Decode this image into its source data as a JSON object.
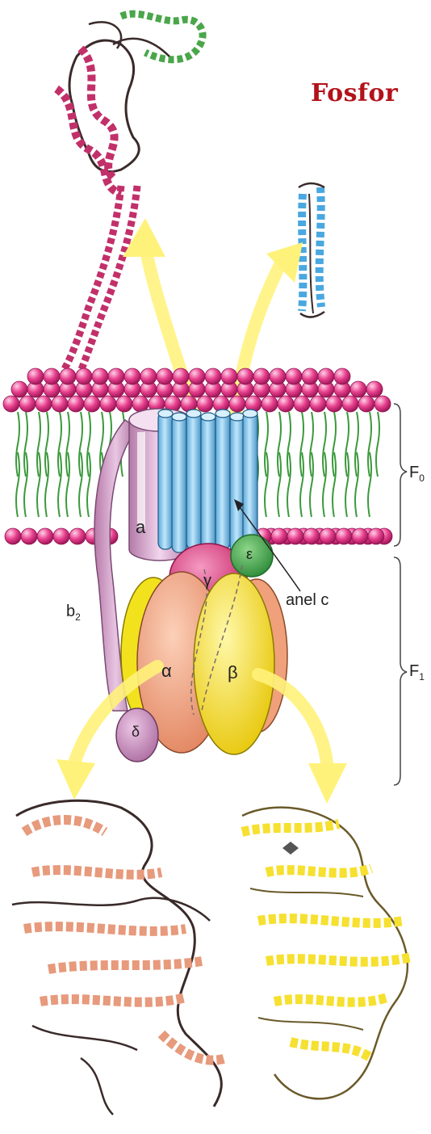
{
  "title": "Fosfor",
  "labels": {
    "a": "a",
    "b2_main": "b",
    "b2_sub": "2",
    "gamma": "γ",
    "epsilon": "ε",
    "alpha": "α",
    "beta": "β",
    "delta": "δ",
    "anel_c": "anel c",
    "f0_main": "F",
    "f0_sub": "0",
    "f1_main": "F",
    "f1_sub": "1"
  },
  "colors": {
    "title": "#b3121a",
    "lipid_head": "#e63c8c",
    "lipid_tail": "#3c9a3c",
    "c_ring": "#7ec8ec",
    "subunit_a": "#d8a8d0",
    "gamma": "#e0357a",
    "epsilon": "#3aa64a",
    "alpha": "#f0a07a",
    "beta": "#f2e21e",
    "arrow": "#fff27a",
    "alpha_ribbon": "#e79a7c",
    "beta_ribbon": "#f6e030",
    "top_ribbon_pink": "#c2306a",
    "top_ribbon_green": "#4aa64a",
    "top_ribbon_blue": "#4aa8e0"
  }
}
